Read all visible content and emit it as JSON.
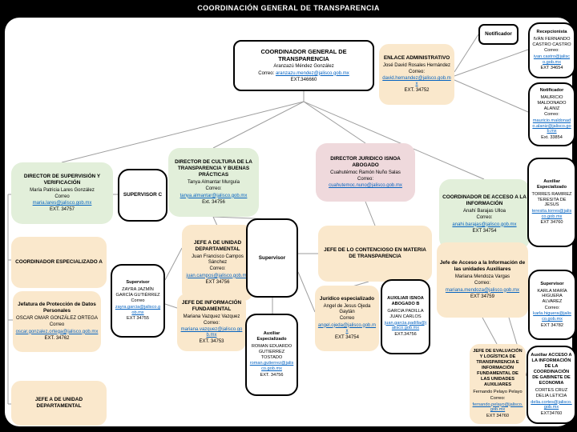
{
  "header": {
    "title": "COORDINACIÓN GENERAL DE TRANSPARENCIA"
  },
  "colors": {
    "frame": "#000000",
    "orange_box": "#FAE8CC",
    "green_box": "#E2EFDA",
    "pink_box": "#EFD9DC",
    "link": "#0563C1",
    "connector_line": "#9E9E9E"
  },
  "boxes": {
    "coordinador_general": {
      "title": "COORDINADOR GENERAL DE TRANSPARENCIA",
      "person": "Aranzazú Méndez González",
      "correo_label": "Correo:",
      "email": "aranzazu.mendez@jalisco.gob.mx",
      "ext": "EXT.346660"
    },
    "enlace_administrativo": {
      "title": "ENLACE ADMINISTRATIVO",
      "person": "José David Rosales Hernández",
      "correo_label": "Correo:",
      "email": "david.hernandez@jalisco.gob.mx",
      "ext": "EXT. 34752"
    },
    "notificador": {
      "title": "Notificador"
    },
    "recepcionista": {
      "title": "Recepcionista",
      "person": "IVÁN FERNANDO CASTRO CASTRO",
      "correo_label": "Correo:",
      "email": "ivan.castro@jalisco.gob.mx",
      "ext": "EXT 34654"
    },
    "notificador_mauricio": {
      "title": "Notificador",
      "person": "MAURICIO MALDONADO ALANIZ",
      "correo_label": "Correo:",
      "email": "mauricio.maldonado.alaniz@jalisco.gob.mx",
      "ext": "Ext. 33854"
    },
    "director_supervision": {
      "title": "DIRECTOR DE SUPERVISIÓN Y VERIFICACIÓN",
      "person": "María Patricia Lares González",
      "correo_label": "Correo",
      "email": "maria.lares@jalisco.gob.mx",
      "ext": "EXT. 34757"
    },
    "supervisor_c": {
      "title": "SUPERVISOR C"
    },
    "director_cultura": {
      "title": "DIRECTOR DE CULTURA DE LA TRANSPARENCIA Y BUENAS PRÁCTICAS",
      "person": "Tanya Almantar Murguía",
      "correo_label": "Correo:",
      "email": "tanya.almantar@jalisco.gob.mx",
      "ext": "Ext. 34756"
    },
    "director_juridico": {
      "title": "DIRECTOR JURIDICO ISNOA ABOGADO",
      "person": "Cuahutémoc Ramón Nuño Salas",
      "correo_label": "Correo:",
      "email": "cuahutemoc.nuno@jalisco.gob.mx"
    },
    "coordinador_acceso": {
      "title": "COORDINADOR DE ACCESO A LA INFORMACIÓN",
      "person": "Anahí Barajas Ulloa",
      "correo_label": "Correo:",
      "email": "anahi.barajas@jalisco.gob.mx",
      "ext": "EXT 34754"
    },
    "auxiliar_torres": {
      "title": "Auxiliar Especializado",
      "person": "TORRES RAMIREZ TERESITA DE JESUS",
      "email": "teresita.torres@jalisco.gob.mx",
      "ext": "EXT 34760"
    },
    "coordinador_especializado": {
      "title": "COORDINADOR ESPECIALIZADO A"
    },
    "jefe_unidad_juan": {
      "title": "JEFE A DE UNIDAD DEPARTAMENTAL",
      "person": "Juan Francisco Campos Sánchez",
      "correo_label": "Correo:",
      "email": "juan.campos@jalisco.gob.mx",
      "ext": "EXT 34756"
    },
    "supervisor_centro": {
      "title": "Supervisor"
    },
    "jefe_contencioso": {
      "title": "JEFE DE LO CONTENCIOSO EN MATERIA DE TRANSPARENCIA"
    },
    "jefe_acceso_unidades": {
      "title": "Jefe de Acceso a la Información de las unidades Auxiliares",
      "person": "Mariana Mendoza Vargas",
      "correo_label": "Correo:",
      "email": "mariana.mendoza@jalisco.gob.mx",
      "ext": "EXT 34759"
    },
    "supervisor_karla": {
      "title": "Supervisor",
      "person": "KARLA MARÍA HIGUERA ALVAREZ",
      "correo_label": "Correo:",
      "email": "karla.higuera@jalisco.gob.mx",
      "ext": "EXT 34782"
    },
    "supervisor_zayra": {
      "title": "Supervisor",
      "person": "ZAYRA JAZMÍN GARCÍA GUTIÉRREZ",
      "correo_label": "Correo",
      "email": "zayra.garcia@jalisco.gob.mx",
      "ext": "EXT 34755"
    },
    "jefatura_datos": {
      "title": "Jefatura de Protección de Datos Personales",
      "person": "OSCAR OMAR GONZÁLEZ ORTEGA",
      "correo_label": "Correo",
      "email": "oscar.gonzalez.ortega@jalisco.gob.mx",
      "ext": "EXT. 34762"
    },
    "jefe_unidad_departamental": {
      "title": "JEFE A DE UNIDAD DEPARTAMENTAL"
    },
    "jefe_informacion": {
      "title": "JEFE DE INFORMACIÓN FUNDAMENTAL",
      "person": "Mariana Vazquez Vazquez",
      "correo_label": "Correo:",
      "email": "mariana.vazquez@jalisco.gob.mx",
      "ext": "EXT. 34753"
    },
    "auxiliar_roman": {
      "title": "Auxiliar Especializado",
      "person": "ROMAN EDUARDO GUTIERREZ TOSTADO",
      "email": "roman.gutierrez@jalisco.gob.mx",
      "ext": "EXT. 34756"
    },
    "juridico_angel": {
      "title": "Jurídico especializado",
      "person": "Angel de Jesus Ojeda Gaytán",
      "correo_label": "Correo",
      "email": "angel.ojeda@jalisco.gob.mx",
      "ext": "EXT 34754"
    },
    "auxiliar_garcia": {
      "title": "AUXILIAR ISNOA ABOGADO B",
      "person": "GARCIA PADILLA JUAN CARLOS",
      "email": "juan.garcia.padilla@jalisco.gob.mx",
      "ext": "EXT.34756"
    },
    "jefe_pelayo": {
      "title": "JEFE DE EVALUACIÓN Y LOGÍSTICA DE TRANSPARENCIA E INFORMACIÓN FUNDAMENTAL DE LAS UNIDADES AUXILIARES",
      "person": "Fernando Pelayo Pelayo",
      "correo_label": "Correo:",
      "email": "fernando.pelayo@jalisco.gob.mx",
      "ext": "EXT 34760"
    },
    "auxiliar_delia": {
      "title": "Auxiliar ACCESO A LA INFORMACIÓN DE LA COORDINACIÓN DE GABINETE DE ECONOMIA",
      "person": "CORTES CRUZ DELIA LETICIA",
      "email": "delia.cortes@jalisco.gob.mx",
      "ext": "EXT34760"
    }
  }
}
